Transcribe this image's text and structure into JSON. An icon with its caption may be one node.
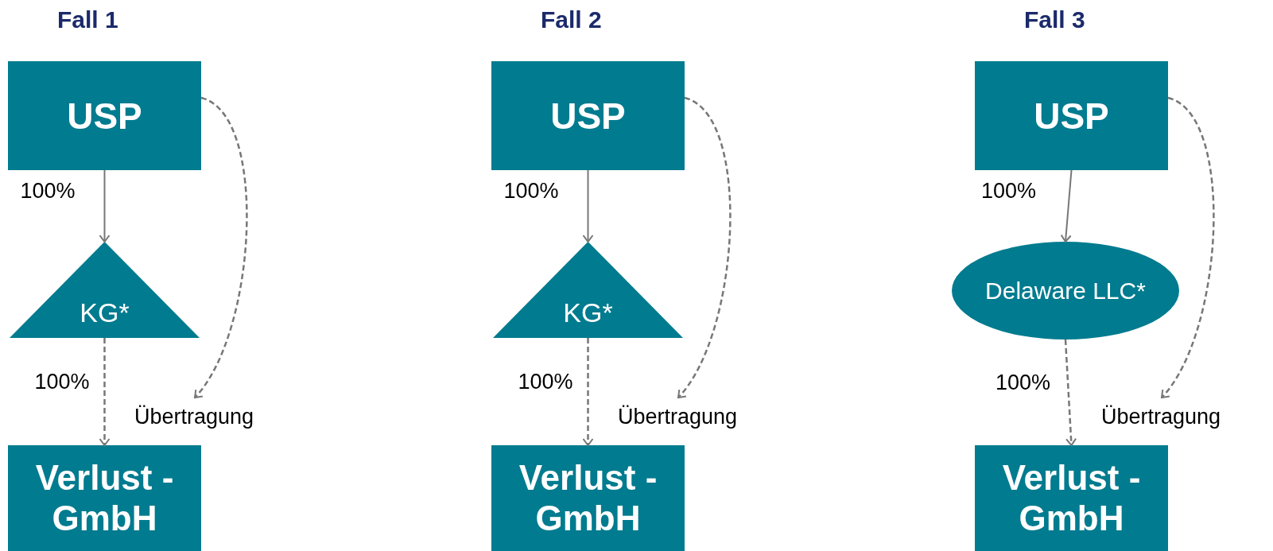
{
  "diagram": {
    "nodes": [
      {
        "text": [
          "USP"
        ]
      },
      {
        "text": [
          "KG*"
        ]
      },
      {
        "text": [
          "Übertragung"
        ]
      },
      {
        "text": [
          "Verlust - GmbH"
        ]
      },
      {
        "text": [
          "USP"
        ]
      },
      {
        "text": [
          "KG*"
        ]
      },
      {
        "text": [
          "Übertragung"
        ]
      },
      {
        "text": [
          "Verlust - GmbH"
        ]
      },
      {
        "text": [
          "USP"
        ]
      },
      {
        "text": [
          "Delaware LLC*"
        ]
      },
      {
        "text": [
          "Übertragung"
        ]
      },
      {
        "text": [
          "Verlust - GmbH"
        ]
      }
    ],
    "edges": [
      {
        "from": 0,
        "to": 1,
        "arrow": "to",
        "label": "100%"
      },
      {
        "from": 1,
        "to": 3,
        "arrow": "to",
        "label": "100%",
        "style": "dashed"
      },
      {
        "from": 0,
        "to": 2,
        "arrow": "to",
        "style": "dashed"
      },
      {
        "from": 4,
        "to": 5,
        "arrow": "to",
        "label": "100%"
      },
      {
        "from": 5,
        "to": 7,
        "arrow": "to",
        "label": "100%",
        "style": "dashed"
      },
      {
        "from": 4,
        "to": 6,
        "arrow": "to",
        "style": "dashed"
      },
      {
        "from": 8,
        "to": 9,
        "arrow": "to",
        "label": "100%"
      },
      {
        "from": 9,
        "to": 11,
        "arrow": "to",
        "label": "100%",
        "style": "dashed"
      },
      {
        "from": 8,
        "to": 10,
        "arrow": "to",
        "style": "dashed"
      }
    ],
    "labels": [
      "Fall 1",
      "Fall 2",
      "Fall 3"
    ]
  }
}
